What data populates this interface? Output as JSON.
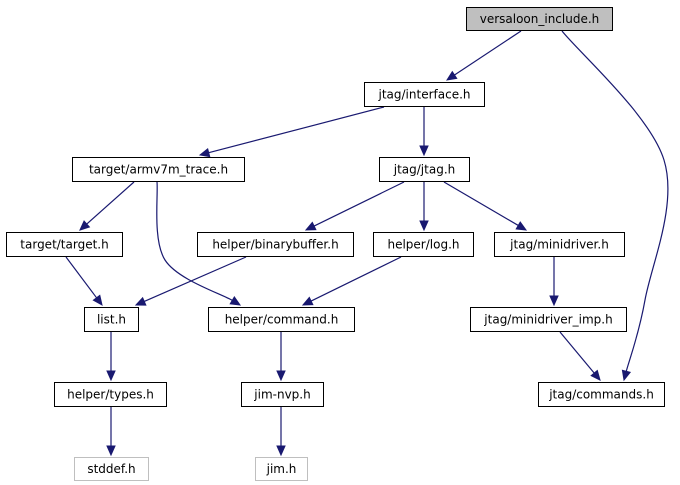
{
  "graph": {
    "colors": {
      "edge": "#191970",
      "root_fill": "#bfbfbf",
      "node_border": "#000000",
      "missing_border": "#bfbfbf"
    },
    "nodes": [
      {
        "id": "versaloon_include",
        "label": "versaloon_include.h",
        "style": "root"
      },
      {
        "id": "jtag_interface",
        "label": "jtag/interface.h",
        "style": "normal"
      },
      {
        "id": "target_armv7m_trace",
        "label": "target/armv7m_trace.h",
        "style": "normal"
      },
      {
        "id": "jtag_jtag",
        "label": "jtag/jtag.h",
        "style": "normal"
      },
      {
        "id": "target_target",
        "label": "target/target.h",
        "style": "normal"
      },
      {
        "id": "helper_binarybuffer",
        "label": "helper/binarybuffer.h",
        "style": "normal"
      },
      {
        "id": "helper_log",
        "label": "helper/log.h",
        "style": "normal"
      },
      {
        "id": "jtag_minidriver",
        "label": "jtag/minidriver.h",
        "style": "normal"
      },
      {
        "id": "list",
        "label": "list.h",
        "style": "normal"
      },
      {
        "id": "helper_command",
        "label": "helper/command.h",
        "style": "normal"
      },
      {
        "id": "jtag_minidriver_imp",
        "label": "jtag/minidriver_imp.h",
        "style": "normal"
      },
      {
        "id": "helper_types",
        "label": "helper/types.h",
        "style": "normal"
      },
      {
        "id": "jim_nvp",
        "label": "jim-nvp.h",
        "style": "normal"
      },
      {
        "id": "jtag_commands",
        "label": "jtag/commands.h",
        "style": "normal"
      },
      {
        "id": "stddef",
        "label": "stddef.h",
        "style": "missing"
      },
      {
        "id": "jim",
        "label": "jim.h",
        "style": "missing"
      }
    ],
    "edges": [
      {
        "from": "versaloon_include",
        "to": "jtag_interface"
      },
      {
        "from": "versaloon_include",
        "to": "jtag_commands"
      },
      {
        "from": "jtag_interface",
        "to": "target_armv7m_trace"
      },
      {
        "from": "jtag_interface",
        "to": "jtag_jtag"
      },
      {
        "from": "target_armv7m_trace",
        "to": "target_target"
      },
      {
        "from": "target_armv7m_trace",
        "to": "helper_command"
      },
      {
        "from": "jtag_jtag",
        "to": "helper_binarybuffer"
      },
      {
        "from": "jtag_jtag",
        "to": "helper_log"
      },
      {
        "from": "jtag_jtag",
        "to": "jtag_minidriver"
      },
      {
        "from": "target_target",
        "to": "list"
      },
      {
        "from": "helper_binarybuffer",
        "to": "list"
      },
      {
        "from": "helper_log",
        "to": "helper_command"
      },
      {
        "from": "jtag_minidriver",
        "to": "jtag_minidriver_imp"
      },
      {
        "from": "jtag_minidriver_imp",
        "to": "jtag_commands"
      },
      {
        "from": "list",
        "to": "helper_types"
      },
      {
        "from": "helper_types",
        "to": "stddef"
      },
      {
        "from": "helper_command",
        "to": "jim_nvp"
      },
      {
        "from": "jim_nvp",
        "to": "jim"
      }
    ]
  }
}
